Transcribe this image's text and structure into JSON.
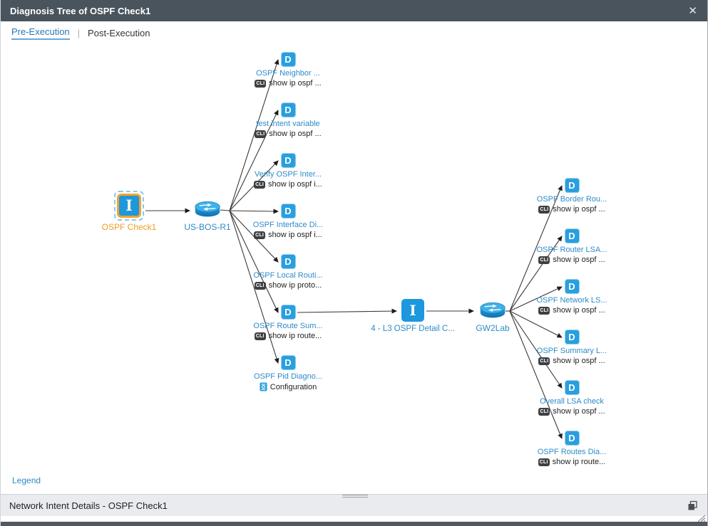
{
  "window": {
    "title": "Diagnosis Tree of OSPF Check1",
    "close_glyph": "✕"
  },
  "tabs": {
    "active": "Pre-Execution",
    "separator": "|",
    "inactive": "Post-Execution"
  },
  "colors": {
    "header_bg": "#4a545c",
    "accent_blue": "#2e8bc9",
    "node_blue": "#299fdd",
    "intent_blue": "#1d97de",
    "intent_border_orange": "#efa52f",
    "label_orange": "#ef9d1f"
  },
  "diagram": {
    "root": {
      "letter": "I",
      "label": "OSPF Check1"
    },
    "device1": {
      "label": "US-BOS-R1"
    },
    "device2": {
      "label": "GW2Lab"
    },
    "mid_intent": {
      "letter": "I",
      "label": "4 - L3 OSPF Detail C..."
    },
    "d_letter": "D",
    "cli_label": "CLI",
    "left_nodes": [
      {
        "label": "OSPF Neighbor ...",
        "cmd": "show ip ospf ...",
        "badge": "CLI"
      },
      {
        "label": "test intent variable",
        "cmd": "show ip ospf ...",
        "badge": "CLI"
      },
      {
        "label": "Verify OSPF Inter...",
        "cmd": "show ip ospf i...",
        "badge": "CLI"
      },
      {
        "label": "OSPF Interface Di...",
        "cmd": "show ip ospf i...",
        "badge": "CLI"
      },
      {
        "label": "OSPF Local Routi...",
        "cmd": "show ip proto...",
        "badge": "CLI"
      },
      {
        "label": "OSPF Route Sum...",
        "cmd": "show ip route...",
        "badge": "CLI"
      },
      {
        "label": "OSPF Pid Diagno...",
        "cmd": "Configuration",
        "badge": "CFG"
      }
    ],
    "right_nodes": [
      {
        "label": "OSPF Border Rou...",
        "cmd": "show ip ospf ...",
        "badge": "CLI"
      },
      {
        "label": "OSPF Router LSA...",
        "cmd": "show ip ospf ...",
        "badge": "CLI"
      },
      {
        "label": "OSPF Network LS...",
        "cmd": "show ip ospf ...",
        "badge": "CLI"
      },
      {
        "label": "OSPF Summary L...",
        "cmd": "show ip ospf ...",
        "badge": "CLI"
      },
      {
        "label": "Overall LSA check",
        "cmd": "show ip ospf ...",
        "badge": "CLI"
      },
      {
        "label": "OSPF Routes Dia...",
        "cmd": "show ip route...",
        "badge": "CLI"
      }
    ]
  },
  "footer": {
    "legend_label": "Legend",
    "panel_title": "Network Intent Details - OSPF Check1"
  }
}
